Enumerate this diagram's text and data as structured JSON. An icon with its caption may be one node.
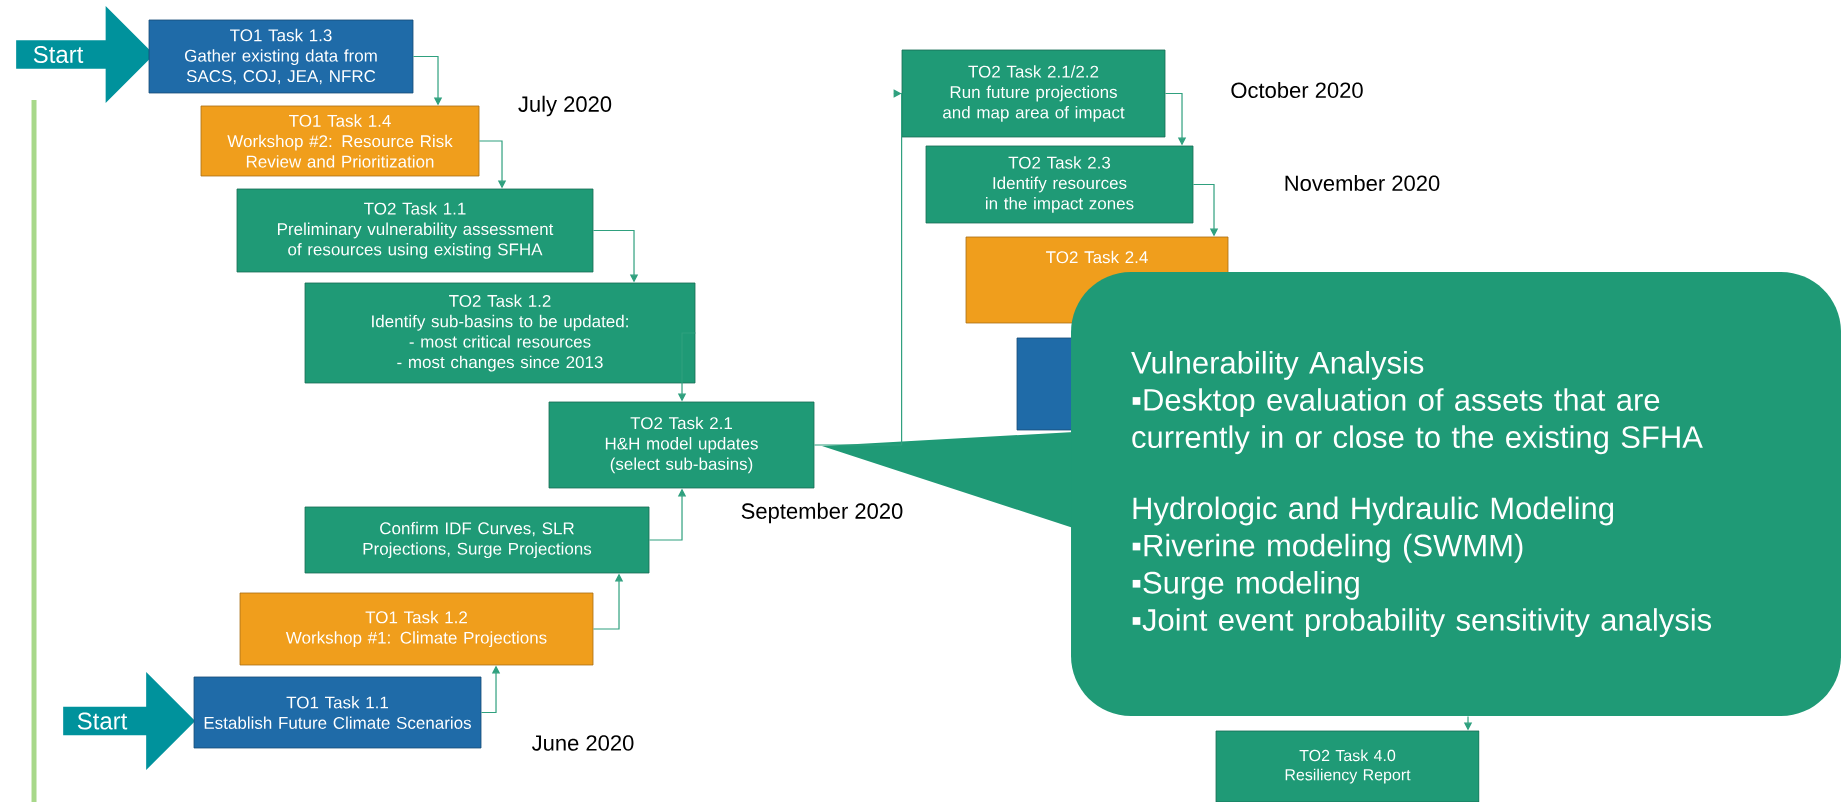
{
  "diagram": {
    "nodes": [
      {
        "text": [
          "Start"
        ]
      },
      {
        "text": [
          "TO1 Task 1.3",
          "Gather existing data from SACS, COJ, JEA, NFRC"
        ]
      },
      {
        "text": [
          "TO1 Task 1.4",
          "Workshop #2: Resource Risk Review and Prioritization"
        ]
      },
      {
        "text": [
          "TO2 Task 1.1",
          "Preliminary vulnerability assessment of resources using existing SFHA"
        ]
      },
      {
        "text": [
          "TO2 Task 1.2",
          "Identify sub-basins to be updated:",
          "- most critical resources",
          "- most changes since 2013"
        ]
      },
      {
        "text": [
          "TO2 Task 2.1",
          "H&H model updates",
          "(select sub-basins)"
        ]
      },
      {
        "text": [
          "Confirm IDF Curves, SLR Projections, Surge Projections"
        ]
      },
      {
        "text": [
          "TO1 Task 1.2",
          "Workshop #1: Climate Projections"
        ]
      },
      {
        "text": [
          "Start"
        ]
      },
      {
        "text": [
          "TO1 Task 1.1",
          "Establish Future Climate Scenarios"
        ]
      },
      {
        "text": [
          "TO2 Task 2.1/2.2",
          "Run future projections and map area of impact"
        ]
      },
      {
        "text": [
          "TO2 Task 2.3",
          "Identify resources in the impact zones"
        ]
      },
      {
        "text": [
          "TO2 Task 2.4"
        ]
      },
      {
        "text": [],
        "shape": "box"
      },
      {
        "text": [
          "Vulnerability Analysis",
          "▪Desktop evaluation of assets that are currently in or close to the existing SFHA",
          "Hydrologic and Hydraulic Modeling",
          "▪Riverine modeling (SWMM)",
          "▪Surge modeling",
          "▪Joint event probability sensitivity analysis"
        ]
      },
      {
        "text": [
          "TO2 Task 4.0",
          "Resiliency Report"
        ]
      }
    ],
    "edges": [
      {
        "from": 1,
        "to": 2,
        "arrow": "to"
      },
      {
        "from": 2,
        "to": 3,
        "arrow": "to"
      },
      {
        "from": 3,
        "to": 4,
        "arrow": "to"
      },
      {
        "from": 4,
        "to": 5,
        "arrow": "to"
      },
      {
        "from": 9,
        "to": 7,
        "arrow": "to"
      },
      {
        "from": 7,
        "to": 6,
        "arrow": "to"
      },
      {
        "from": 6,
        "to": 5,
        "arrow": "to"
      },
      {
        "from": 5,
        "to": 10,
        "arrow": "to"
      },
      {
        "from": 10,
        "to": 11,
        "arrow": "to"
      },
      {
        "from": 11,
        "to": 12,
        "arrow": "to"
      },
      {
        "from": 14,
        "to": 15,
        "arrow": "to"
      }
    ],
    "labels": [
      "October 2020",
      "July 2020",
      "November 2020",
      "September 2020",
      "June 2020"
    ]
  }
}
